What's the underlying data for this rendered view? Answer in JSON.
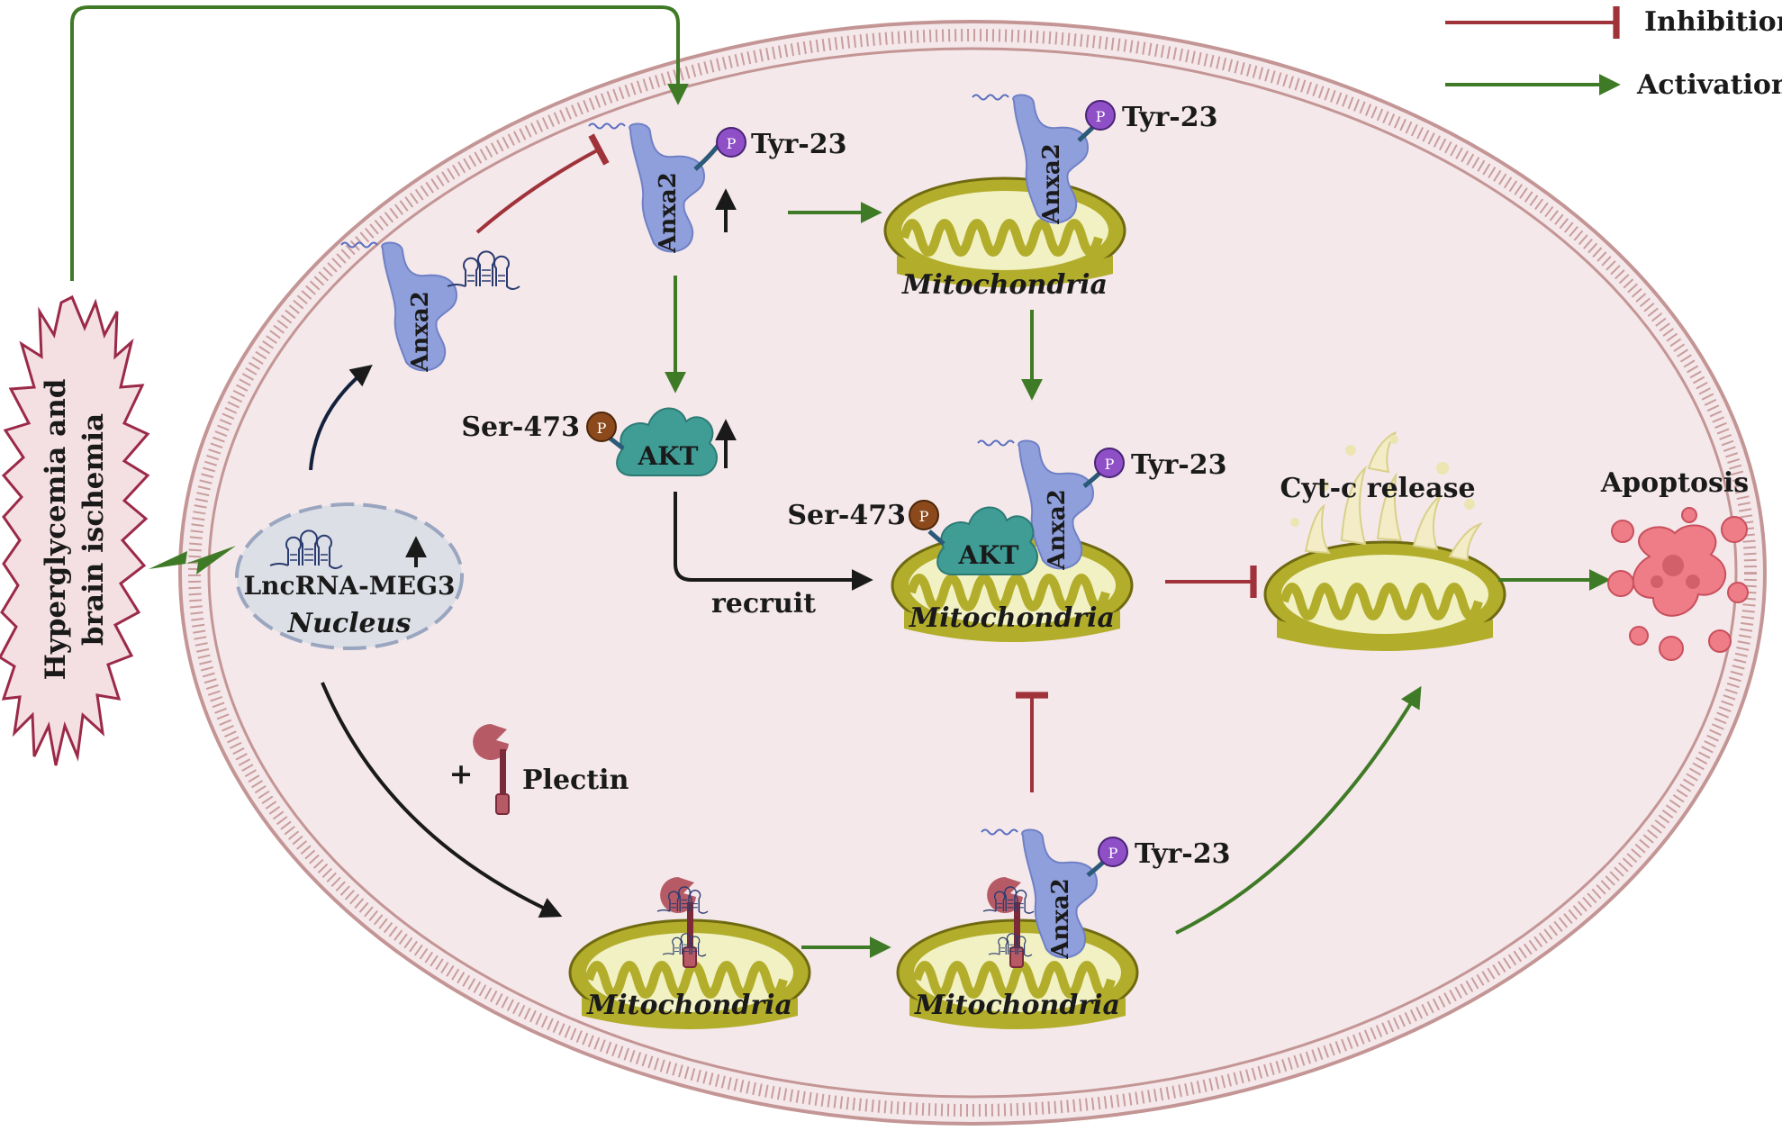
{
  "legend": {
    "inhibition_label": "Inhibition",
    "activation_label": "Activation",
    "inhibition_color": "#a0323a",
    "activation_color": "#3f7a26"
  },
  "stimulus": {
    "line1": "Hyperglycemia and",
    "line2": "brain ischemia"
  },
  "nucleus": {
    "rna_label": "LncRNA-MEG3",
    "label": "Nucleus"
  },
  "labels": {
    "anxa2": "Anxa2",
    "akt": "AKT",
    "p": "P",
    "tyr23": "Tyr-23",
    "ser473": "Ser-473",
    "mitochondria": "Mitochondria",
    "recruit": "recruit",
    "plectin": "Plectin",
    "plus": "+",
    "cytc_release": "Cyt-c release",
    "apoptosis": "Apoptosis"
  },
  "colors": {
    "cell_fill": "#f4e8ea",
    "membrane": "#c49595",
    "anxa2": "#8f9fdb",
    "akt": "#3f9d96",
    "phospho_tyr": "#8f4fc7",
    "phospho_ser": "#8c4a1c",
    "mito_outer": "#b3ad2c",
    "mito_inner": "#f1f1c4",
    "plectin": "#b65b66",
    "apoptosis": "#ee7d87",
    "stimulus_border": "#9b2a49",
    "nucleus_fill": "#dcdfe6",
    "inhibition": "#a0323a",
    "activation": "#3f7a26",
    "black_arrow": "#1a1a1a"
  }
}
